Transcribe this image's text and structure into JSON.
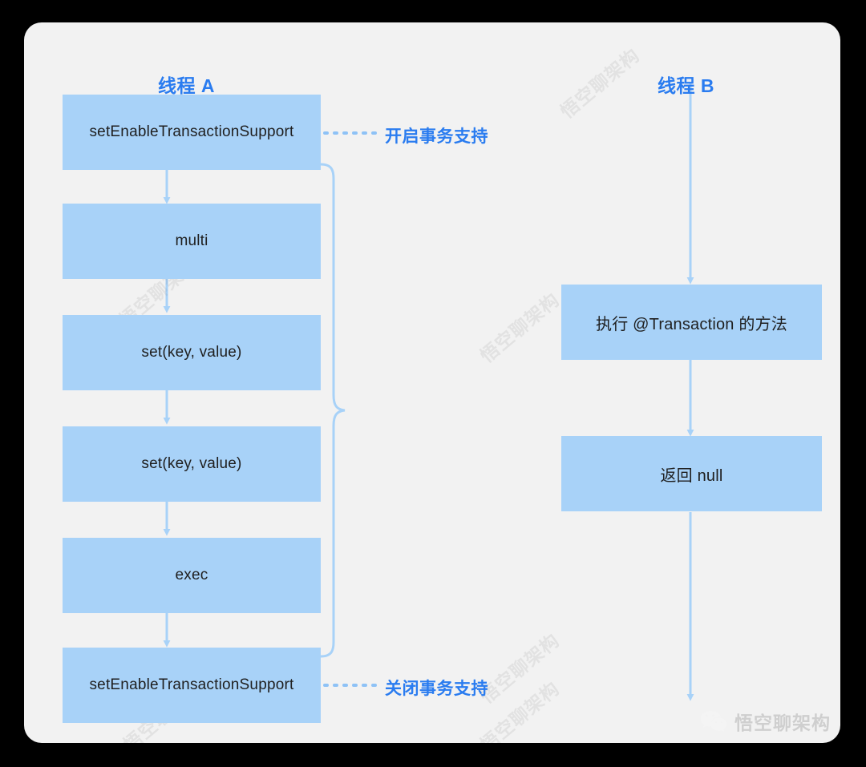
{
  "diagram": {
    "title_thread_a": "线程 A",
    "title_thread_b": "线程 B",
    "colors": {
      "canvas": "#000000",
      "card": "#f2f2f2",
      "node_fill": "#a8d2f8",
      "accent_blue": "#2a7cf0",
      "connector": "#a8d2f8",
      "dotted": "#8ec2f6",
      "node_text": "#1f1f1f"
    },
    "thread_a": {
      "header": "线程 A",
      "nodes": [
        {
          "id": "a1",
          "label": "setEnableTransactionSupport"
        },
        {
          "id": "a2",
          "label": "multi"
        },
        {
          "id": "a3",
          "label": "set(key, value)"
        },
        {
          "id": "a4",
          "label": "set(key, value)"
        },
        {
          "id": "a5",
          "label": "exec"
        },
        {
          "id": "a6",
          "label": "setEnableTransactionSupport"
        }
      ],
      "annotations": [
        {
          "id": "open-tx",
          "label": "开启事务支持"
        },
        {
          "id": "close-tx",
          "label": "关闭事务支持"
        }
      ],
      "brace": {
        "label": ""
      }
    },
    "thread_b": {
      "header": "线程 B",
      "nodes": [
        {
          "id": "b1",
          "label": "执行 @Transaction 的方法"
        },
        {
          "id": "b2",
          "label": "返回 null"
        }
      ]
    },
    "watermarks": [
      "悟空聊架构",
      "悟空聊架构",
      "悟空聊架构",
      "悟空聊架构",
      "悟空聊架构",
      "悟空聊架构"
    ],
    "brand": {
      "name": "悟空聊架构",
      "icon": "wechat-icon"
    }
  }
}
